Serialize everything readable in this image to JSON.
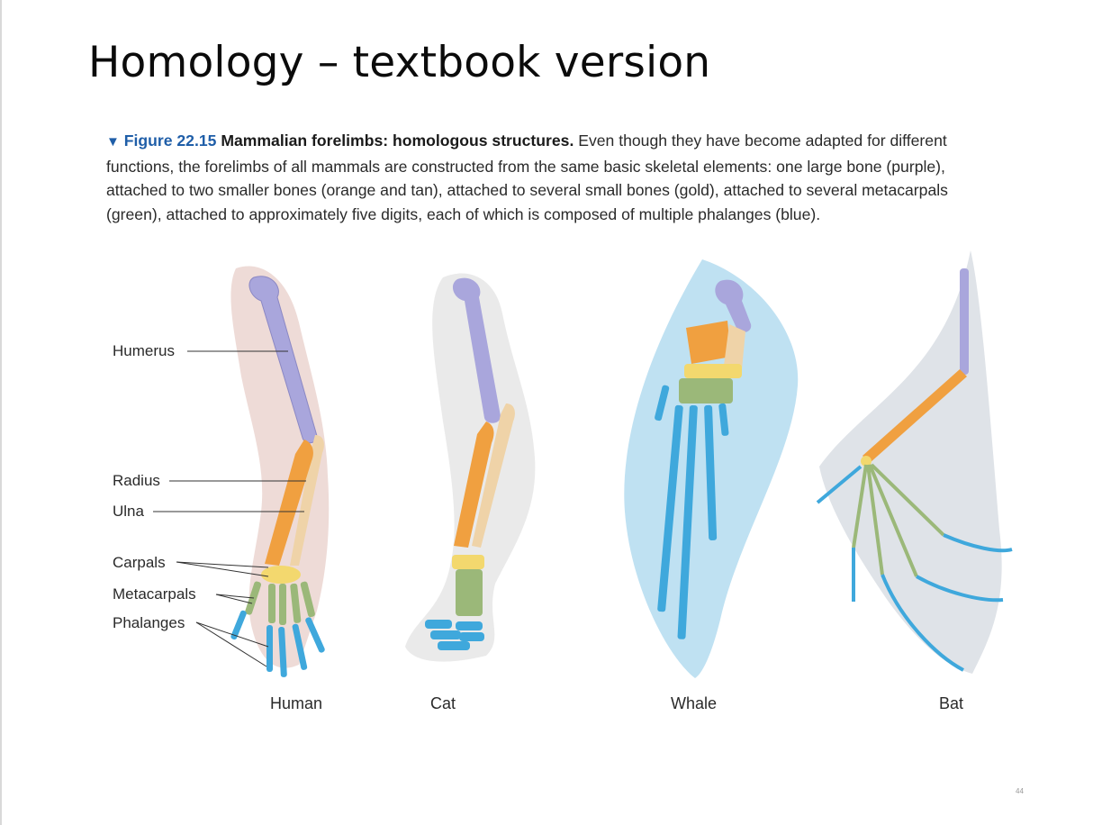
{
  "slide": {
    "title": "Homology – textbook version",
    "caption": {
      "marker": "▼",
      "figure_label": "Figure 22.15",
      "figure_title": "Mammalian forelimbs: homologous structures.",
      "body": "Even though they have become adapted for different functions, the forelimbs of all mammals are constructed from the same basic skeletal elements: one large bone (purple), attached to two smaller bones (orange and tan), attached to several small bones (gold), attached to several metacarpals (green), attached to approximately five digits, each of which is composed of multiple phalanges (blue)."
    },
    "bone_labels": [
      "Humerus",
      "Radius",
      "Ulna",
      "Carpals",
      "Metacarpals",
      "Phalanges"
    ],
    "animals": [
      "Human",
      "Cat",
      "Whale",
      "Bat"
    ],
    "page_number": "44"
  },
  "colors": {
    "humerus": "#a9a6dc",
    "radius": "#f0a040",
    "ulna": "#efd3a8",
    "carpals": "#f3d86e",
    "metacarpals": "#9bb879",
    "phalanges": "#3fa8dc",
    "figure_label": "#1f5ea8",
    "human_skin": "#e8cfc9",
    "cat_fur": "#e6e6e6",
    "whale_skin": "#bfe1f2",
    "bat_wing": "#dfe3e8"
  }
}
